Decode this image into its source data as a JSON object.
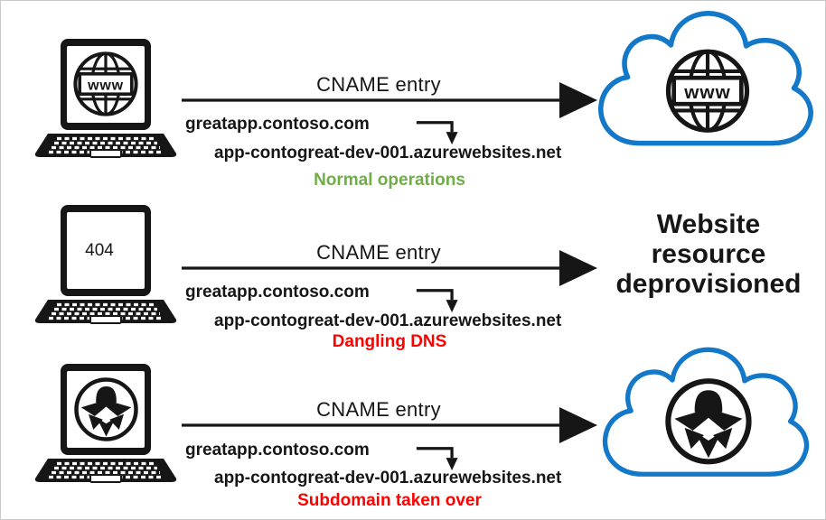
{
  "diagram": {
    "colors": {
      "ink": "#161616",
      "cloud-outline": "#1378c8"
    },
    "globe_label": "www",
    "rows": [
      {
        "cname_label": "CNAME entry",
        "source_domain": "greatapp.contoso.com",
        "target_domain": "app-contogreat-dev-001.azurewebsites.net",
        "status_label": "Normal operations",
        "status_color": "#70AD47",
        "laptop_screen": "globe-www",
        "destination": "cloud-globe"
      },
      {
        "cname_label": "CNAME entry",
        "source_domain": "greatapp.contoso.com",
        "target_domain": "app-contogreat-dev-001.azurewebsites.net",
        "status_label": "Dangling DNS",
        "status_color": "#FF0000",
        "laptop_screen_text": "404",
        "destination_text": "Website resource deprovisioned"
      },
      {
        "cname_label": "CNAME entry",
        "source_domain": "greatapp.contoso.com",
        "target_domain": "app-contogreat-dev-001.azurewebsites.net",
        "status_label": "Subdomain taken over",
        "status_color": "#FF0000",
        "laptop_screen": "spy",
        "destination": "cloud-spy"
      }
    ]
  }
}
